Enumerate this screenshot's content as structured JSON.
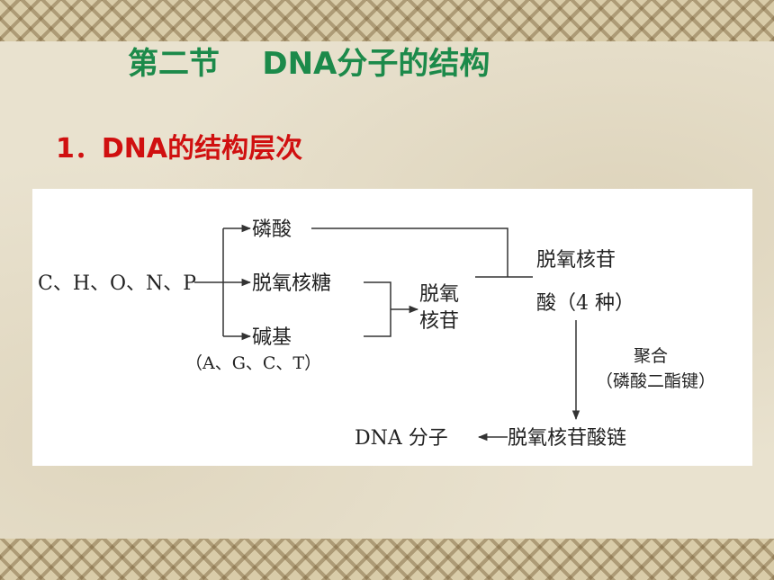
{
  "slide": {
    "title": "第二节    DNA分子的结构",
    "subtitle": "1．DNA的结构层次"
  },
  "diagram": {
    "elements": "C、H、O、N、P",
    "phosphate": "磷酸",
    "deoxyribose": "脱氧核糖",
    "base": "碱基",
    "base_types": "（A、G、C、T）",
    "nucleoside_line1": "脱氧",
    "nucleoside_line2": "核苷",
    "nucleotide_line1": "脱氧核苷",
    "nucleotide_line2": "酸（4 种）",
    "process_line1": "聚合",
    "process_line2": "（磷酸二酯键）",
    "dna_molecule": "DNA 分子",
    "chain": "脱氧核苷酸链"
  },
  "colors": {
    "title": "#1c8a4a",
    "subtitle": "#d01010",
    "border_band": "#d9cca9",
    "background": "#e9e2cf"
  }
}
